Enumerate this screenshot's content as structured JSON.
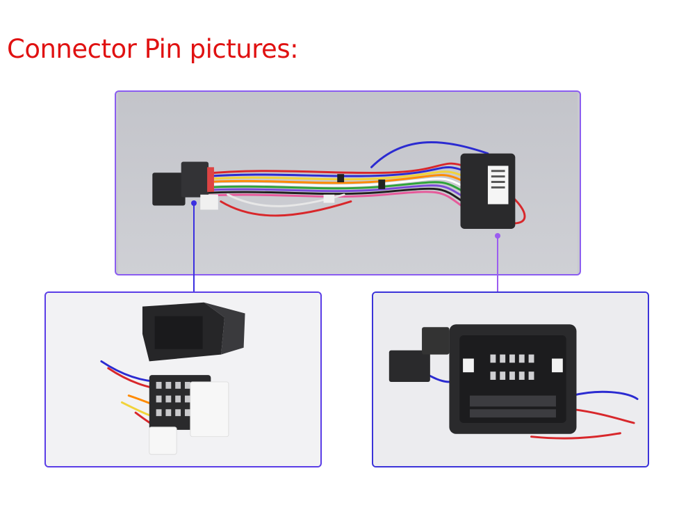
{
  "heading": {
    "text": "Connector Pin pictures:",
    "color": "#e01111"
  },
  "panels": {
    "top": {
      "subject": "wiring-harness-overview",
      "border_color": "#8a5cf0"
    },
    "left": {
      "subject": "male-connector-closeup",
      "border_color": "#5a3de6"
    },
    "right": {
      "subject": "female-connector-closeup",
      "border_color": "#3b33d9"
    }
  },
  "callouts": {
    "left_color": "#3a2fe0",
    "right_color": "#9b5cf0"
  }
}
